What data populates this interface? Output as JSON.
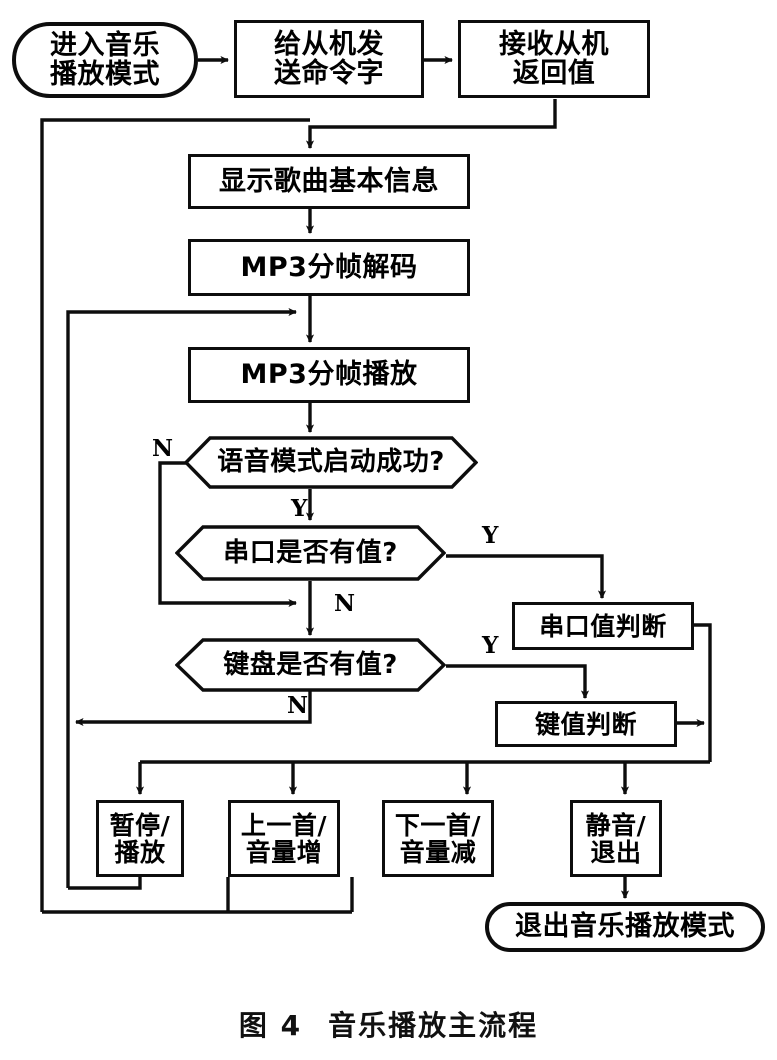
{
  "figure": {
    "caption_number": "图 4",
    "caption_title": "音乐播放主流程",
    "colors": {
      "ink": "#0d0d0d",
      "paper": "#ffffff"
    }
  },
  "nodes": {
    "start": {
      "label": "进入音乐\n播放模式",
      "shape": "terminator"
    },
    "send_cmd": {
      "label": "给从机发\n送命令字",
      "shape": "process"
    },
    "recv_val": {
      "label": "接收从机\n返回值",
      "shape": "process"
    },
    "show_info": {
      "label": "显示歌曲基本信息",
      "shape": "process"
    },
    "decode": {
      "label": "MP3分帧解码",
      "shape": "process"
    },
    "play": {
      "label": "MP3分帧播放",
      "shape": "process"
    },
    "voice_ok": {
      "label": "语音模式启动成功?",
      "shape": "decision"
    },
    "serial_has": {
      "label": "串口是否有值?",
      "shape": "decision"
    },
    "keyboard_has": {
      "label": "键盘是否有值?",
      "shape": "decision"
    },
    "serial_judge": {
      "label": "串口值判断",
      "shape": "process"
    },
    "key_judge": {
      "label": "键值判断",
      "shape": "process"
    },
    "act_pause": {
      "label": "暂停/\n播放",
      "shape": "process"
    },
    "act_prev": {
      "label": "上一首/\n音量增",
      "shape": "process"
    },
    "act_next": {
      "label": "下一首/\n音量减",
      "shape": "process"
    },
    "act_mute": {
      "label": "静音/\n退出",
      "shape": "process"
    },
    "exit": {
      "label": "退出音乐播放模式",
      "shape": "terminator"
    }
  },
  "branch_labels": {
    "voice_no": "N",
    "voice_yes": "Y",
    "serial_yes": "Y",
    "serial_no": "N",
    "keyboard_yes": "Y",
    "keyboard_no": "N"
  }
}
